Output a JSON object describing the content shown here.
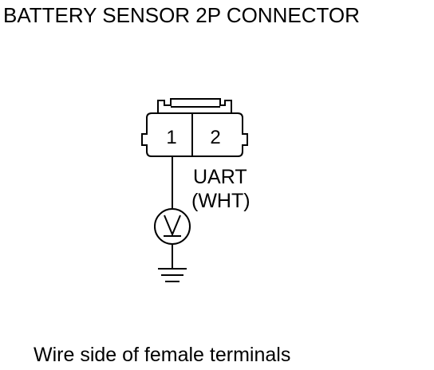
{
  "title": "BATTERY SENSOR 2P CONNECTOR",
  "connector": {
    "pins": [
      "1",
      "2"
    ]
  },
  "wire": {
    "signal": "UART",
    "color": "(WHT)"
  },
  "footer": "Wire side of female terminals",
  "symbols": {
    "meter": "voltmeter-icon",
    "ground": "ground-icon"
  }
}
